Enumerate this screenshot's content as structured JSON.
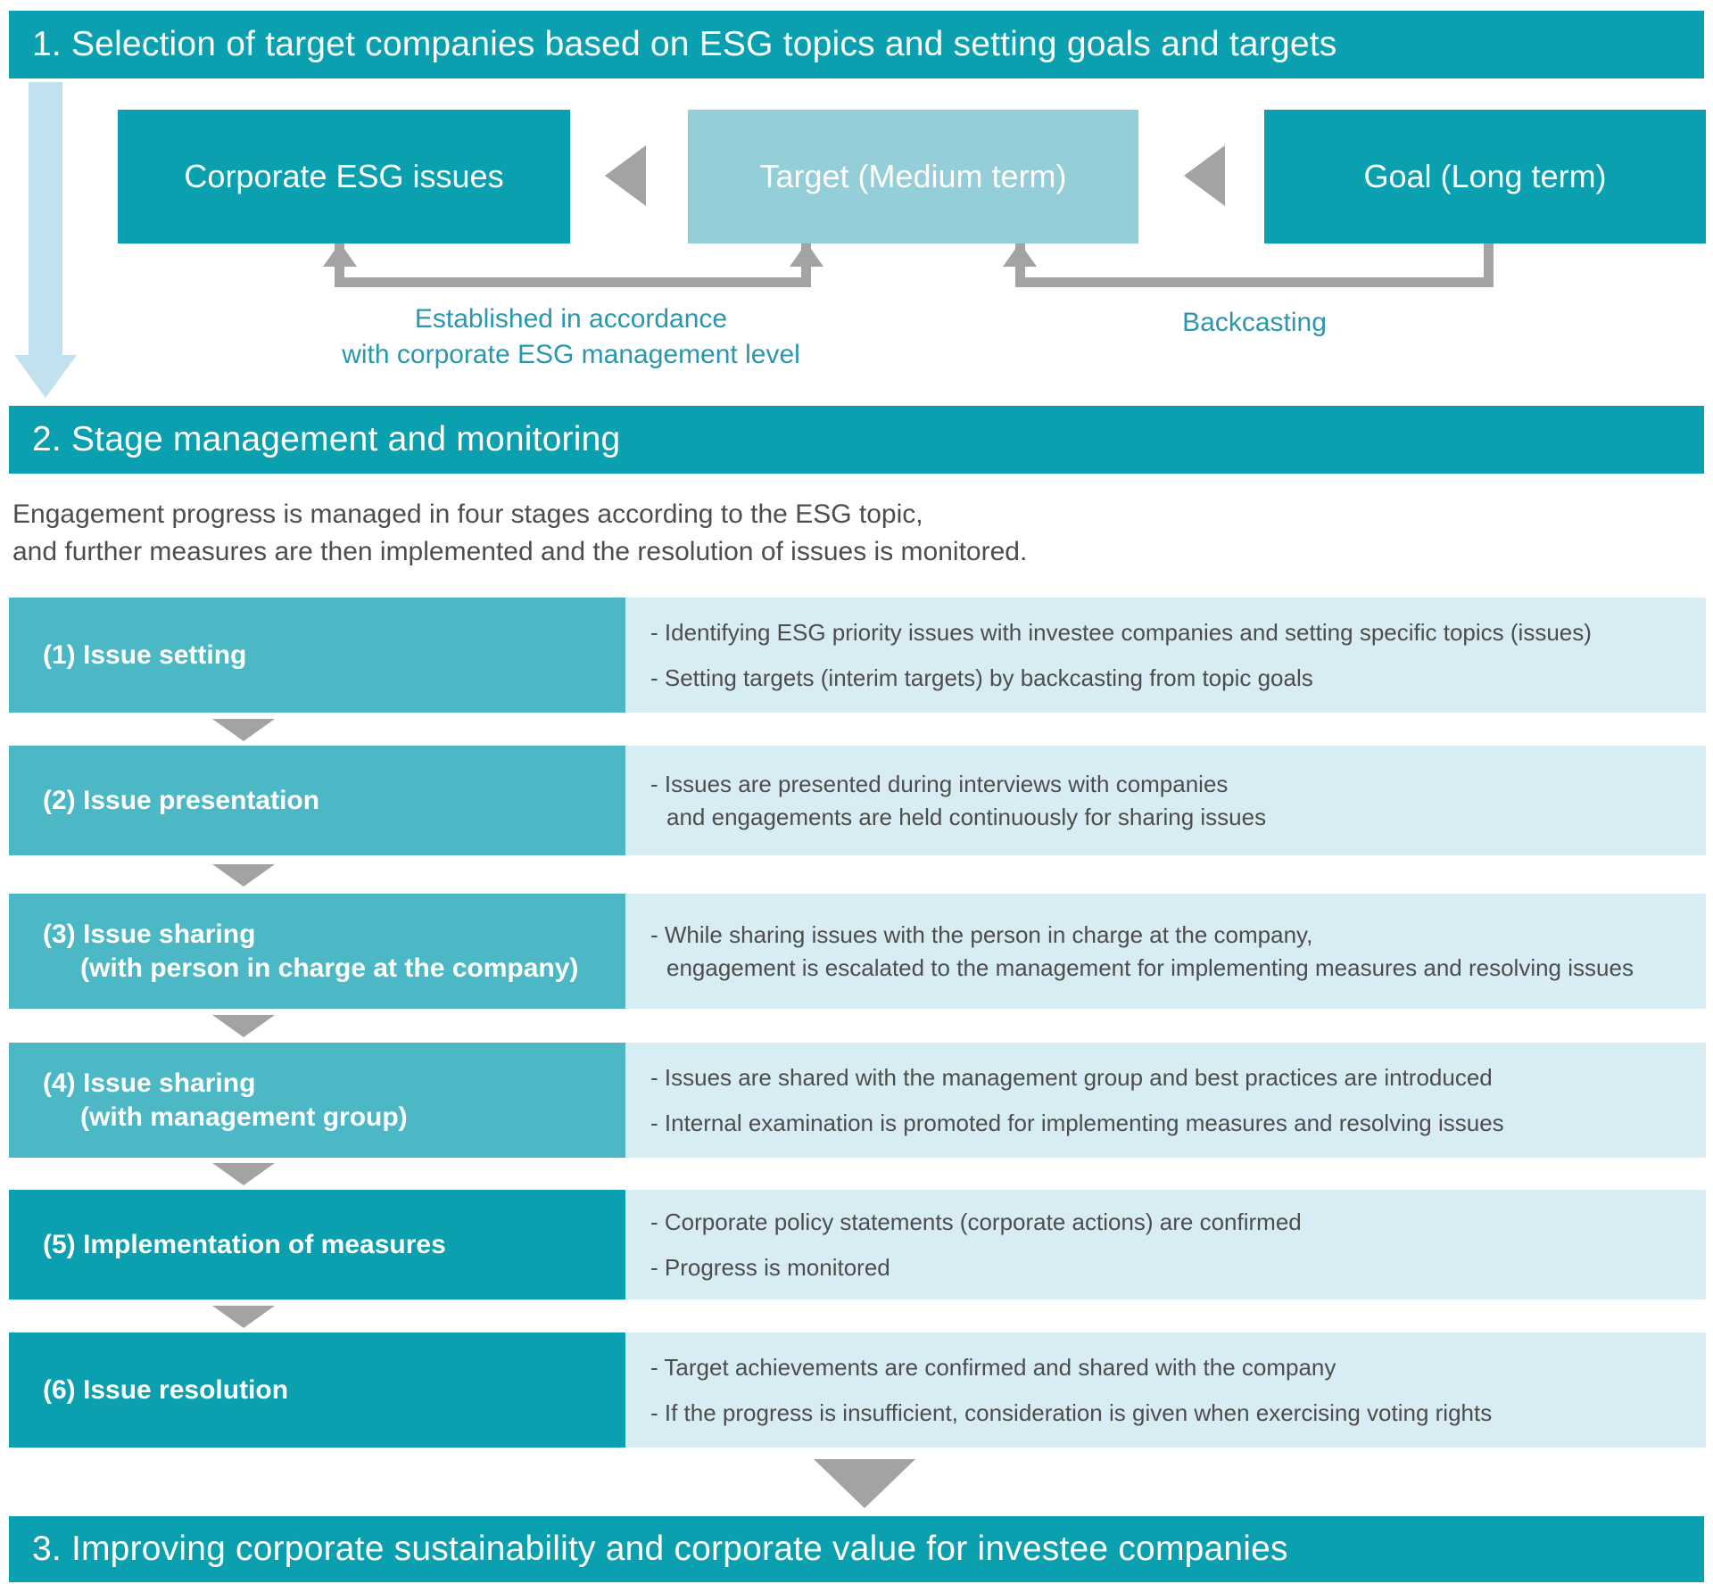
{
  "section1": {
    "title": "1. Selection of target companies based on ESG topics and setting goals and targets",
    "boxes": {
      "issues": "Corporate ESG issues",
      "target": "Target (Medium term)",
      "goal": "Goal (Long term)"
    },
    "annotations": {
      "established": "Established in accordance\nwith corporate ESG management level",
      "backcasting": "Backcasting"
    }
  },
  "section2": {
    "title": "2. Stage management and monitoring",
    "intro": "Engagement progress is managed in four stages according to the ESG topic,\nand further measures are then implemented and the resolution of issues is monitored.",
    "stages": [
      {
        "label": "(1) Issue setting",
        "bullets": [
          "- Identifying ESG priority issues with investee companies and setting specific topics (issues)",
          "- Setting targets (interim targets) by backcasting from topic goals"
        ]
      },
      {
        "label": "(2) Issue presentation",
        "bullets": [
          "- Issues are presented during interviews with companies\nand engagements are held continuously for sharing issues"
        ]
      },
      {
        "label": "(3) Issue sharing",
        "sublabel": "(with person in charge at the company)",
        "bullets": [
          "- While sharing issues with the person in charge at the company,\nengagement is escalated to the management for implementing measures and resolving issues"
        ]
      },
      {
        "label": "(4) Issue sharing",
        "sublabel": "(with management group)",
        "bullets": [
          "- Issues are shared with the management group and best practices are introduced",
          "- Internal examination is promoted for implementing measures and resolving issues"
        ]
      },
      {
        "label": "(5) Implementation of measures",
        "bullets": [
          "- Corporate policy statements (corporate actions) are confirmed",
          "- Progress is monitored"
        ]
      },
      {
        "label": "(6) Issue resolution",
        "bullets": [
          "- Target achievements are confirmed and shared with the company",
          "- If the progress is insufficient, consideration is given when exercising voting rights"
        ]
      }
    ]
  },
  "section3": {
    "title": "3. Improving corporate sustainability and corporate value for investee companies"
  },
  "colors": {
    "teal": "#0aa0af",
    "teal_medium": "#4cb8c5",
    "teal_light": "#93ced9",
    "pale_blue": "#d8ecf3",
    "arrow_gray": "#a3a3a3",
    "arrow_light_blue": "#c2e1ee",
    "annotation_text": "#2a97ad",
    "body_text": "#4d4d4d"
  }
}
